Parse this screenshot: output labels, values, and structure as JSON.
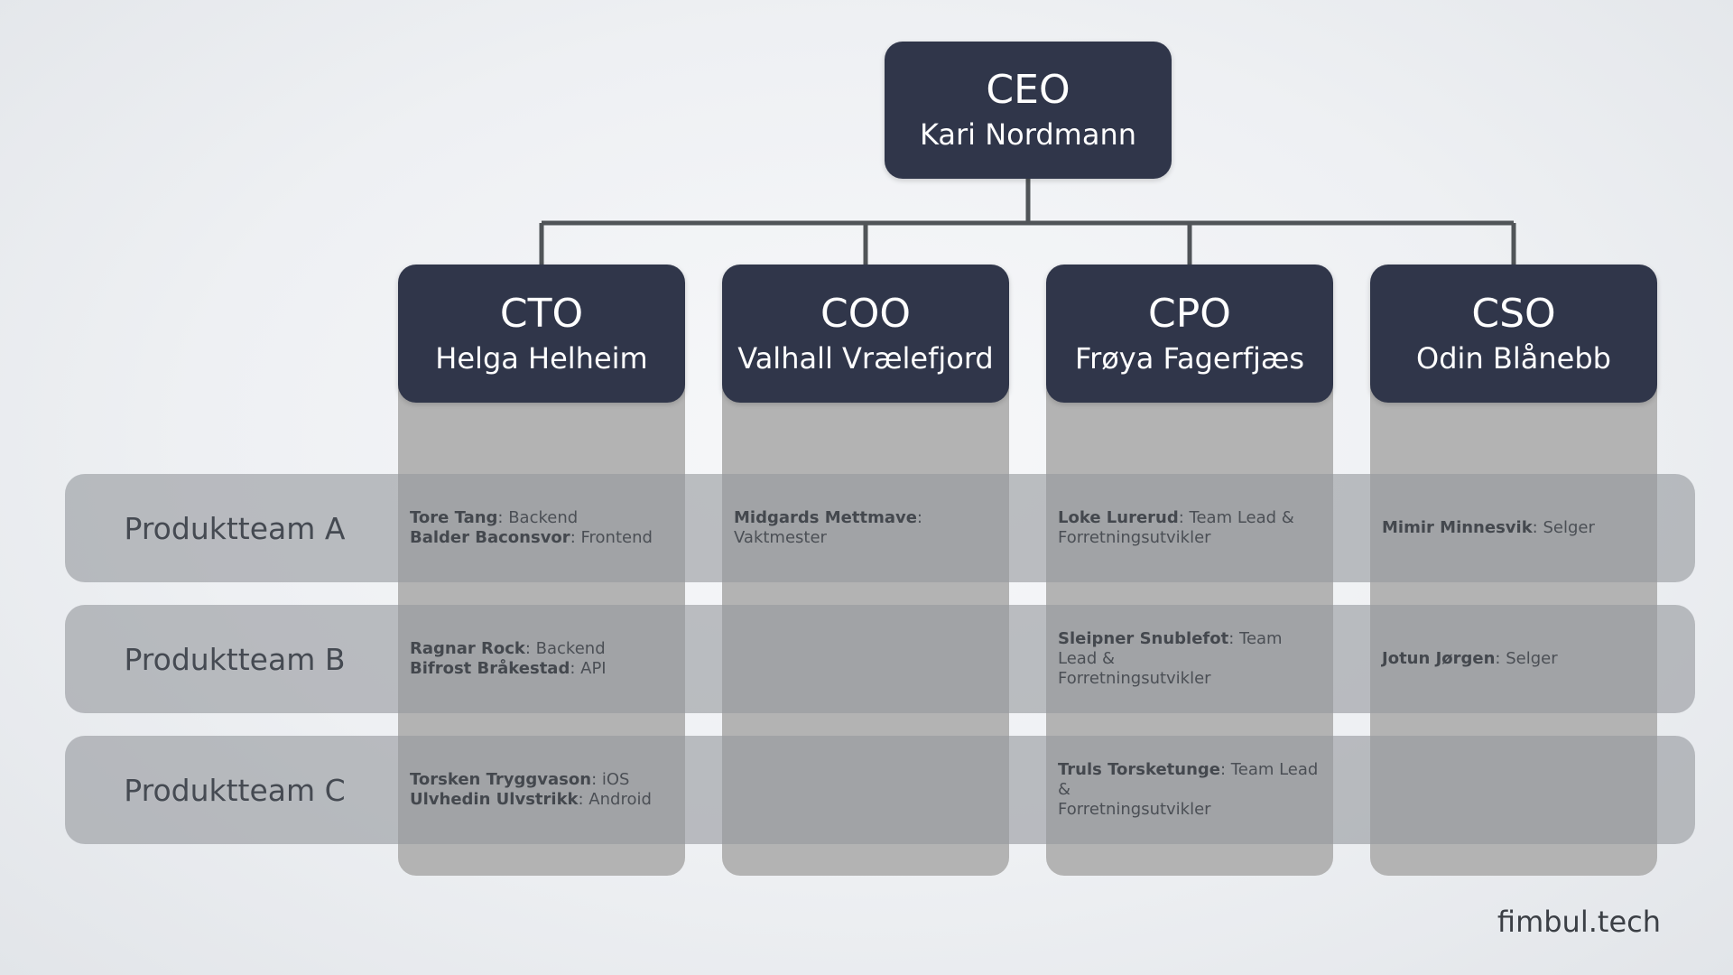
{
  "ceo": {
    "role": "CEO",
    "name": "Kari Nordmann"
  },
  "executives": [
    {
      "role": "CTO",
      "name": "Helga Helheim"
    },
    {
      "role": "COO",
      "name": "Valhall Vrælefjord"
    },
    {
      "role": "CPO",
      "name": "Frøya Fagerfjæs"
    },
    {
      "role": "CSO",
      "name": "Odin Blånebb"
    }
  ],
  "teams": [
    {
      "label": "Produktteam A",
      "cells": [
        [
          {
            "name": "Tore Tang",
            "title": ": Backend"
          },
          {
            "name": "Balder Baconsvor",
            "title": ": Frontend"
          }
        ],
        [
          {
            "name": "Midgards Mettmave",
            "title": ": Vaktmester"
          }
        ],
        [
          {
            "name": "Loke Lurerud",
            "title": ": Team Lead &"
          },
          {
            "name": "",
            "title": "Forretningsutvikler"
          }
        ],
        [
          {
            "name": "Mimir Minnesvik",
            "title": ": Selger"
          }
        ]
      ]
    },
    {
      "label": "Produktteam B",
      "cells": [
        [
          {
            "name": "Ragnar Rock",
            "title": ": Backend"
          },
          {
            "name": "Bifrost Bråkestad",
            "title": ": API"
          }
        ],
        [],
        [
          {
            "name": "Sleipner Snublefot",
            "title": ": Team Lead &"
          },
          {
            "name": "",
            "title": "Forretningsutvikler"
          }
        ],
        [
          {
            "name": "Jotun Jørgen",
            "title": ": Selger"
          }
        ]
      ]
    },
    {
      "label": "Produktteam C",
      "cells": [
        [
          {
            "name": "Torsken Tryggvason",
            "title": ": iOS"
          },
          {
            "name": "Ulvhedin Ulvstrikk",
            "title": ": Android"
          }
        ],
        [],
        [
          {
            "name": "Truls Torsketunge",
            "title": ": Team Lead &"
          },
          {
            "name": "",
            "title": "Forretningsutvikler"
          }
        ],
        []
      ]
    }
  ],
  "brand": "fimbul.tech",
  "colors": {
    "box": "#30364a",
    "box_text": "#ffffff",
    "column": "#b3b3b3",
    "row": "#96999e",
    "connector": "#505458",
    "text": "#4b4f55"
  }
}
